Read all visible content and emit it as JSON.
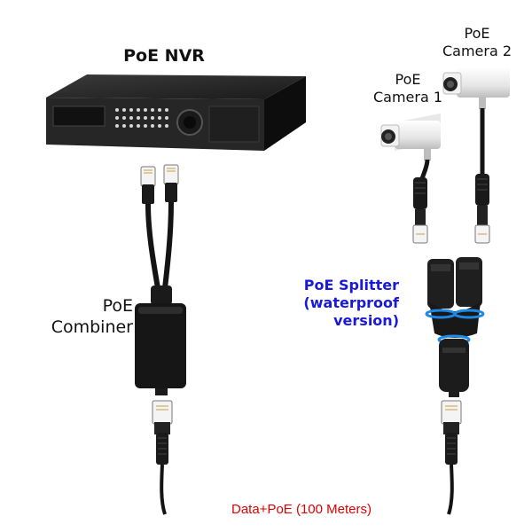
{
  "labels": {
    "nvr": "PoE NVR",
    "combiner": [
      "PoE",
      "Combiner"
    ],
    "camera1": [
      "PoE",
      "Camera 1"
    ],
    "camera2": [
      "PoE",
      "Camera 2"
    ],
    "splitter": [
      "PoE Splitter",
      "(waterproof",
      "version)"
    ],
    "cable": "Data+PoE (100 Meters)"
  },
  "colors": {
    "device_body": "#1c1c1c",
    "splitter_label": "#1a1ad6",
    "cable_label": "#e00000",
    "splitter_ring": "#1e88e5"
  }
}
